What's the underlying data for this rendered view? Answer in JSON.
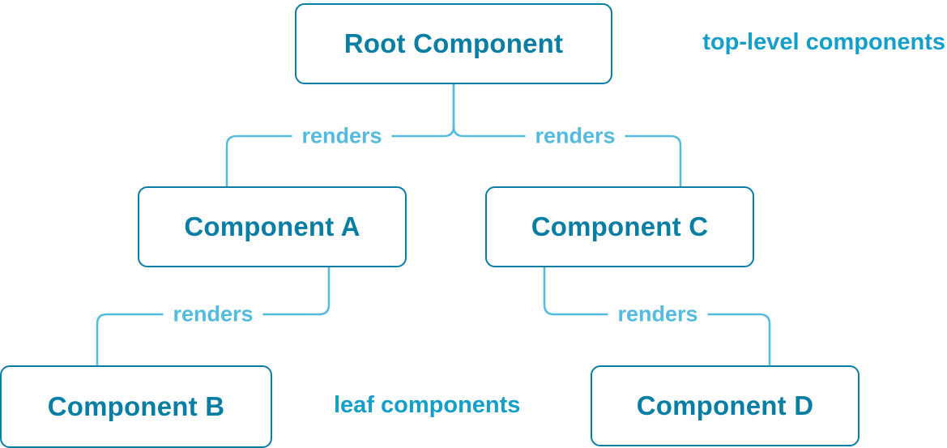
{
  "diagram": {
    "nodes": {
      "root": {
        "label": "Root Component"
      },
      "a": {
        "label": "Component A"
      },
      "b": {
        "label": "Component B"
      },
      "c": {
        "label": "Component C"
      },
      "d": {
        "label": "Component D"
      }
    },
    "edges": [
      {
        "from": "Root Component",
        "to": "Component A",
        "label": "renders"
      },
      {
        "from": "Root Component",
        "to": "Component C",
        "label": "renders"
      },
      {
        "from": "Component A",
        "to": "Component B",
        "label": "renders"
      },
      {
        "from": "Component C",
        "to": "Component D",
        "label": "renders"
      }
    ],
    "annotations": {
      "top": "top-level components",
      "bottom": "leaf components"
    },
    "colors": {
      "node_border": "#087EA4",
      "node_text": "#087EA4",
      "node_background": "#FFFFFF",
      "connector": "#53BBDE",
      "edge_label_text": "#53BBDE",
      "annotation_text": "#149ECA"
    }
  }
}
